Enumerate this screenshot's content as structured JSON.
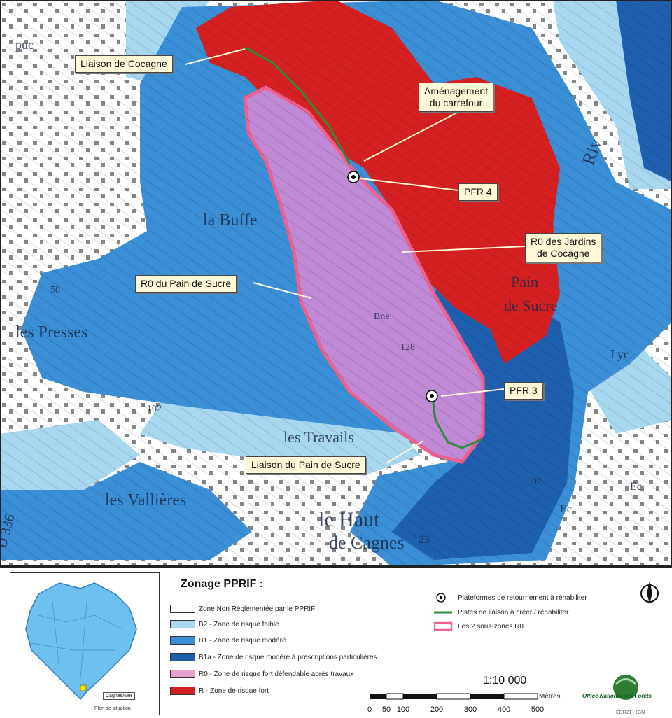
{
  "map": {
    "callouts": [
      {
        "id": "liaison-cocagne",
        "text": "Liaison de Cocagne"
      },
      {
        "id": "amenagement",
        "text": "Aménagement du carrefour",
        "line1": "Aménagement",
        "line2": "du carrefour"
      },
      {
        "id": "pfr4",
        "text": "PFR 4"
      },
      {
        "id": "r0-jardins",
        "text": "R0 des Jardins de Cocagne",
        "line1": "R0 des Jardins",
        "line2": "de Cocagne"
      },
      {
        "id": "r0-pain",
        "text": "R0 du Pain de Sucre"
      },
      {
        "id": "pfr3",
        "text": "PFR 3"
      },
      {
        "id": "liaison-pain",
        "text": "Liaison du Pain de Sucre"
      }
    ],
    "place_names": {
      "la_buffe": "la Buffe",
      "les_presses": "les Presses",
      "les_travails": "les Travails",
      "les_vallieres": "les Vallières",
      "le_haut": "le Haut",
      "de_cagnes": "de Cagnes",
      "d336": "D 336",
      "elev_128": "128",
      "elev_102": "102",
      "elev_92": "92",
      "elev_50": "50",
      "elev_23": "23",
      "lyc": "Lyc.",
      "riv": "Riv",
      "ec1": "Ec",
      "ec2": "Ec.",
      "pain_de_sucre_1": "Pain",
      "pain_de_sucre_2": "de Sucre",
      "bne": "Bne",
      "puc": "puc"
    },
    "colors": {
      "white_zone": "#ffffff",
      "b2": "#a8d8f0",
      "b1": "#3a8fd6",
      "b1a": "#1e5fae",
      "r0": "#c08ad6",
      "r0_border": "#f06090",
      "r": "#d42020",
      "track": "#2e8b3a"
    }
  },
  "legend": {
    "title": "Zonage PPRIF :",
    "items": [
      {
        "label": "Zone Non Réglementée par le PPRIF",
        "color": "#ffffff"
      },
      {
        "label": "B2 - Zone de risque faible",
        "color": "#a8d8f0"
      },
      {
        "label": "B1 - Zone de risque modéré",
        "color": "#3a8fd6"
      },
      {
        "label": "B1a - Zone de risque modéré à prescriptions particulières",
        "color": "#1e5fae"
      },
      {
        "label": "R0 - Zone de risque fort défendable après travaux",
        "color": "#e8a0cc"
      },
      {
        "label": "R - Zone de risque fort",
        "color": "#d42020"
      }
    ],
    "symbols": [
      {
        "label": "Plateformes de retournement à réhabiliter",
        "icon": "turnaround-icon"
      },
      {
        "label": "Pistes de liaison à créer / réhabiliter",
        "icon": "track-line-icon"
      },
      {
        "label": "Les 2 sous-zones R0",
        "icon": "r0-outline-icon"
      }
    ],
    "scale": "1:10 000",
    "units": "Mètres",
    "ticks": [
      "0",
      "50",
      "100",
      "200",
      "300",
      "400",
      "500"
    ],
    "inset_label": "Cagnes/Mer",
    "inset_caption": "Plan de situation",
    "logo_text": "Office National des Forêts",
    "credit": "EDR21 · IGN"
  }
}
